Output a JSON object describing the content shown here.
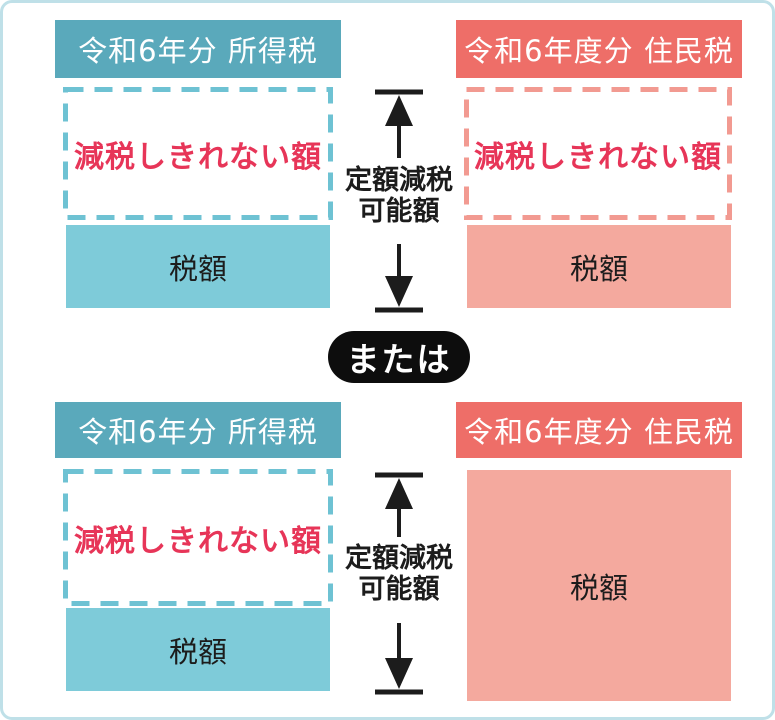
{
  "palette": {
    "frame_border": "#bfe0e8",
    "teal_header": "#5aa9bb",
    "teal_fill": "#7ecbd9",
    "teal_dash": "#6ec2d3",
    "pink_header": "#ee6e68",
    "pink_fill": "#f4a99e",
    "pink_dash": "#f29a91",
    "red_text": "#e73558",
    "ink": "#1c1c1c",
    "badge_bg": "#0d0d0d"
  },
  "top": {
    "income": {
      "header": "令和6年分 所得税",
      "uncredited": "減税しきれない額",
      "tax": "税額"
    },
    "resident": {
      "header": "令和6年度分 住民税",
      "uncredited": "減税しきれない額",
      "tax": "税額"
    },
    "arrow": {
      "line1": "定額減税",
      "line2": "可能額"
    }
  },
  "or_badge": "または",
  "bottom": {
    "income": {
      "header": "令和6年分 所得税",
      "uncredited": "減税しきれない額",
      "tax": "税額"
    },
    "resident": {
      "header": "令和6年度分 住民税",
      "tax": "税額"
    },
    "arrow": {
      "line1": "定額減税",
      "line2": "可能額"
    }
  }
}
